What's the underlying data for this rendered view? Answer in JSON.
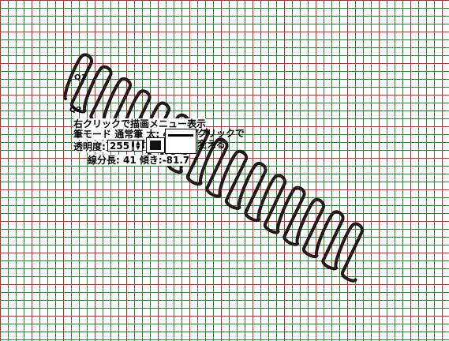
{
  "grid": {
    "spacing": 10,
    "major_every": 4,
    "minor_color": "#2e7d32",
    "major_color": "#c62828"
  },
  "stroke": {
    "color": "#111111",
    "highlight_color": "#c62828"
  },
  "overlay": {
    "hint": "右クリックで描画メニュー表示",
    "pen_mode": "筆モード",
    "pen_mode_value": "通常筆",
    "thickness_label": "太:",
    "thickness_value": "4",
    "alpha_label": "透明度:",
    "alpha_value": "255",
    "click_hint_line1": "クリックで",
    "click_hint_line2": "変える",
    "status": "線分長: 41 傾き:-81.7"
  },
  "markers": {
    "top": "Q1",
    "bottom": "Q2"
  }
}
